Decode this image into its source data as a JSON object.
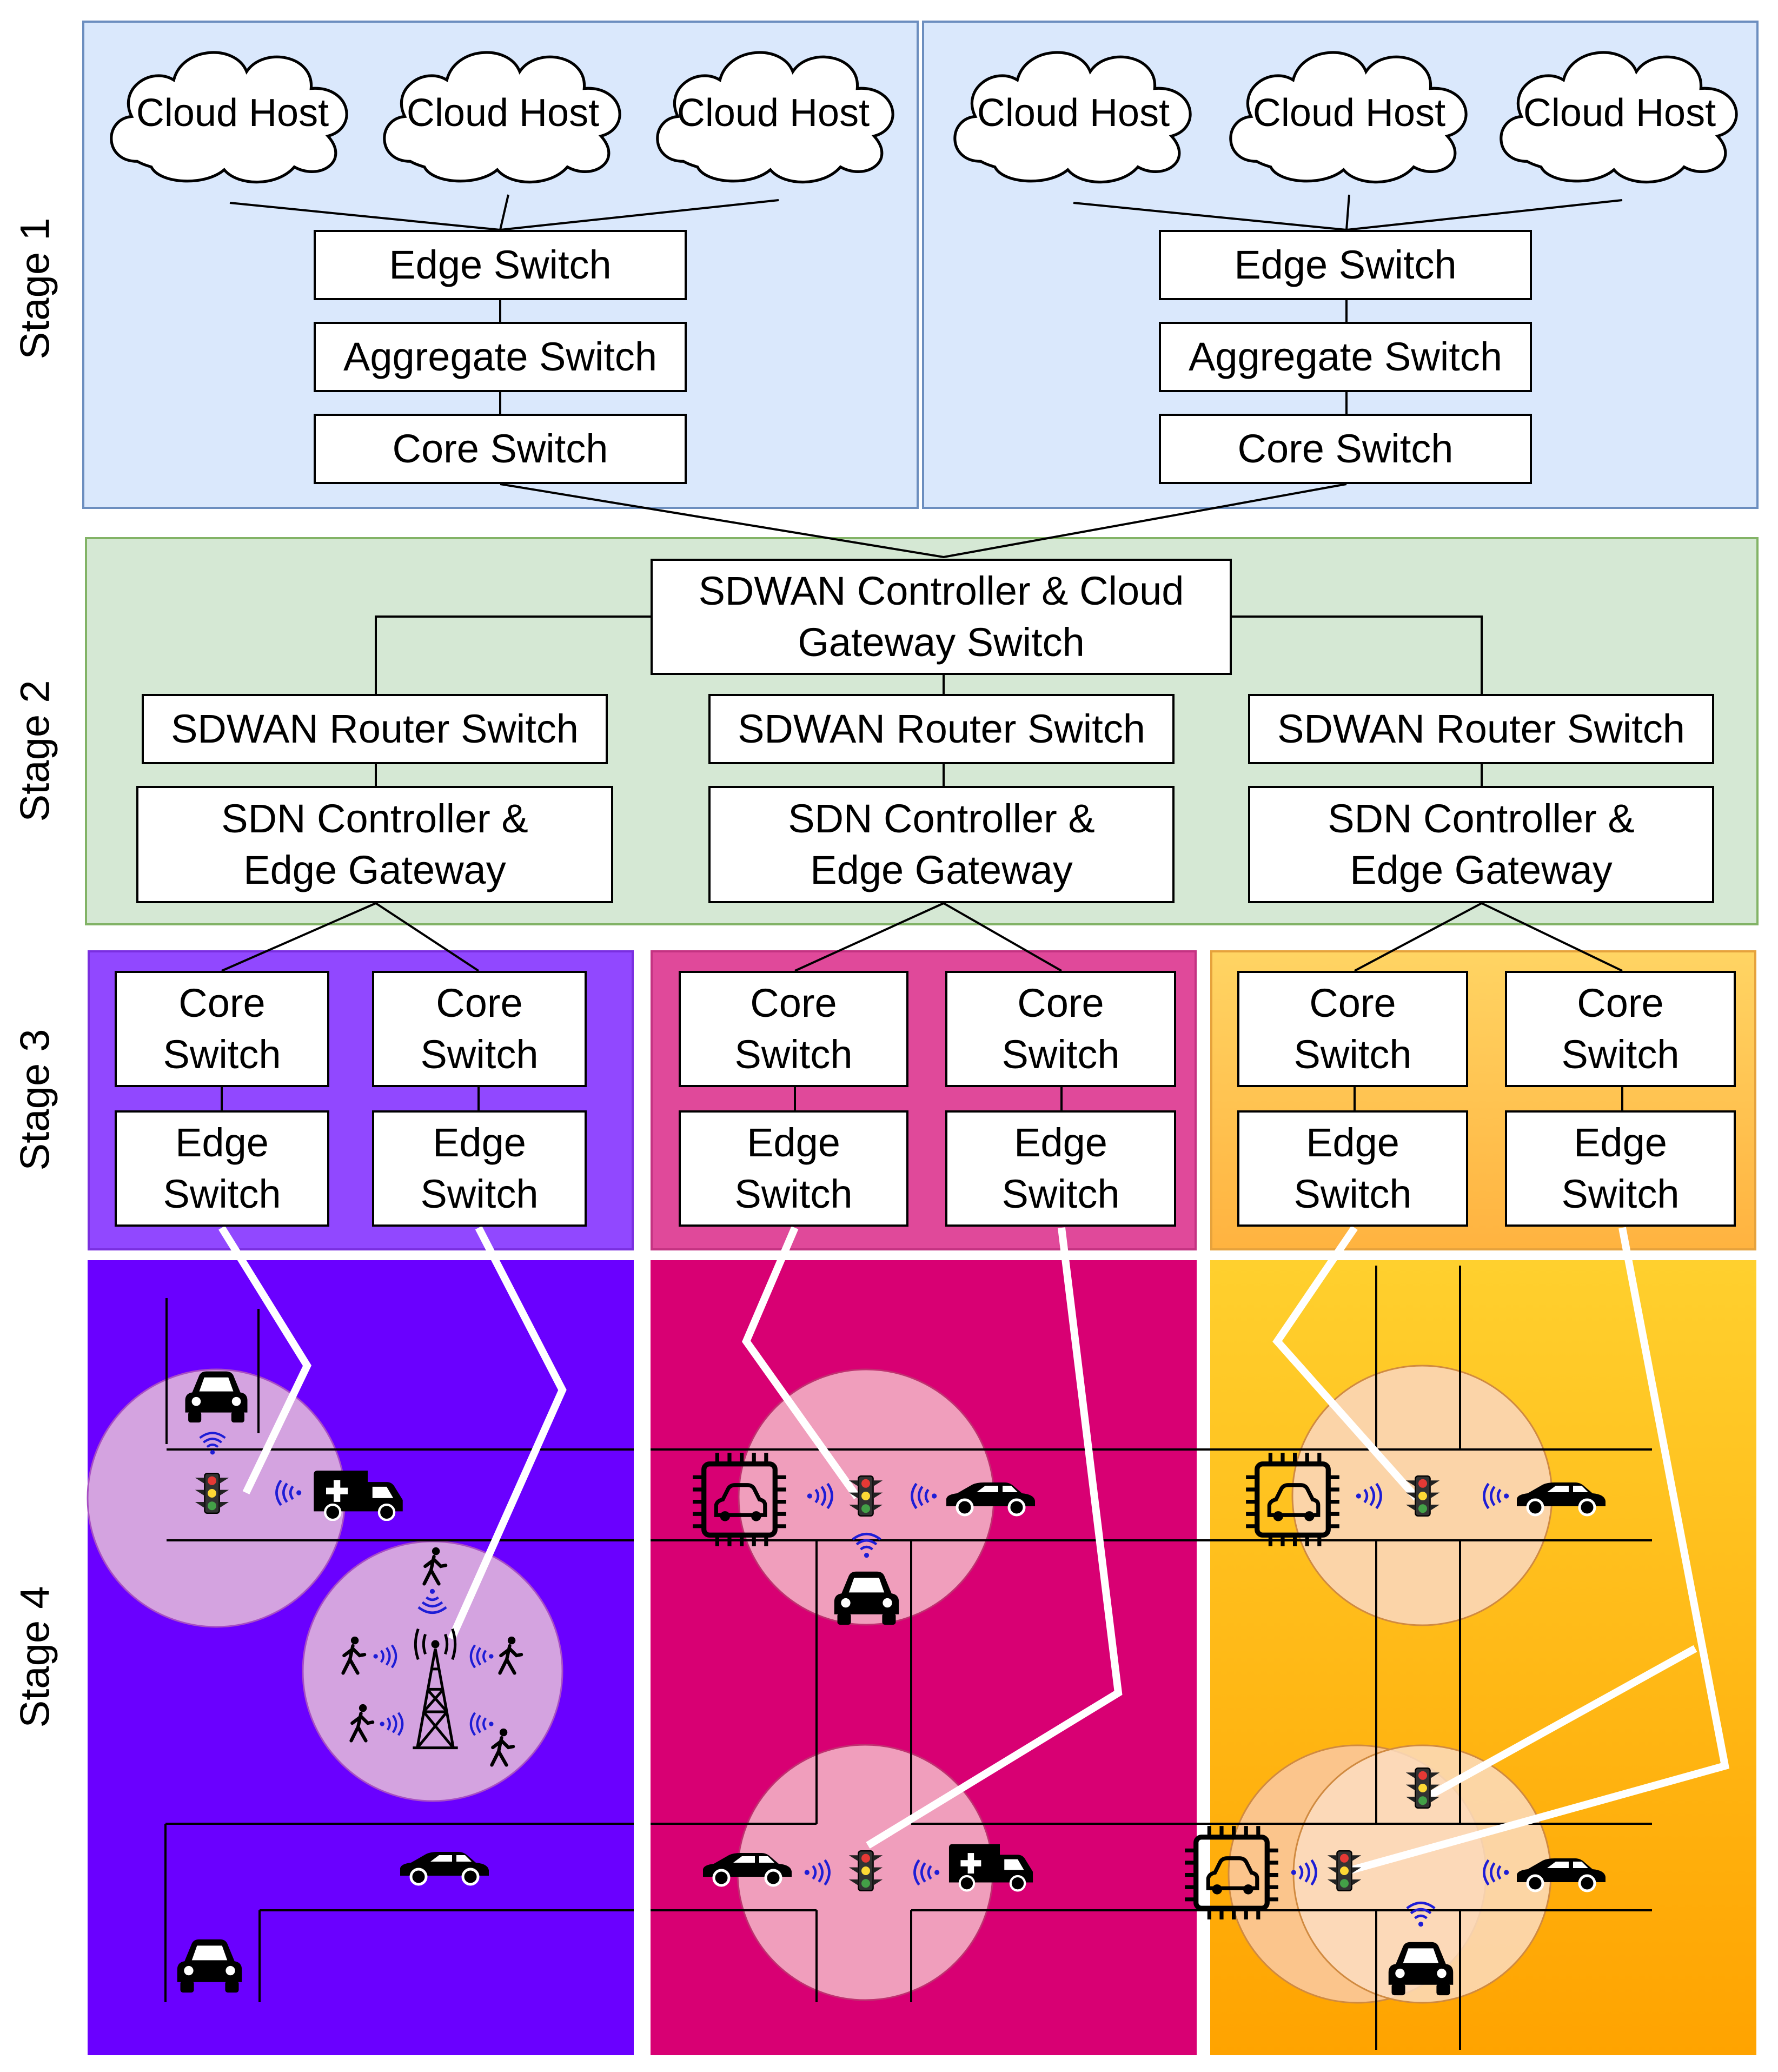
{
  "stages": {
    "s1": "Stage 1",
    "s2": "Stage 2",
    "s3": "Stage 3",
    "s4": "Stage 4"
  },
  "stage1": {
    "left": {
      "clouds": [
        "Cloud Host",
        "Cloud Host",
        "Cloud Host"
      ],
      "edge": "Edge Switch",
      "aggregate": "Aggregate Switch",
      "core": "Core Switch"
    },
    "right": {
      "clouds": [
        "Cloud Host",
        "Cloud Host",
        "Cloud Host"
      ],
      "edge": "Edge Switch",
      "aggregate": "Aggregate Switch",
      "core": "Core Switch"
    }
  },
  "stage2": {
    "controller": "SDWAN Controller & Cloud\nGateway Switch",
    "routers": [
      "SDWAN Router Switch",
      "SDWAN Router Switch",
      "SDWAN Router Switch"
    ],
    "gateways": [
      "SDN Controller &\nEdge Gateway",
      "SDN Controller &\nEdge Gateway",
      "SDN Controller &\nEdge Gateway"
    ]
  },
  "stage3": {
    "core": [
      "Core\nSwitch",
      "Core\nSwitch",
      "Core\nSwitch",
      "Core\nSwitch",
      "Core\nSwitch",
      "Core\nSwitch"
    ],
    "edge": [
      "Edge\nSwitch",
      "Edge\nSwitch",
      "Edge\nSwitch",
      "Edge\nSwitch",
      "Edge\nSwitch",
      "Edge\nSwitch"
    ]
  },
  "colors": {
    "stage1_bg": "#dae8fc",
    "stage1_border": "#6c8ebf",
    "stage2_bg": "#d5e8d4",
    "stage2_border": "#82b366",
    "stage3_purple": "#9148ff",
    "stage3_magenta": "#e0499a",
    "stage3_amber": "#ffc04d",
    "stage4_purple": "#6a00ff",
    "stage4_magenta": "#d80073",
    "stage4_amber_top": "#ffd02e",
    "stage4_amber_bottom": "#ffa300"
  },
  "icons": [
    "car-icon",
    "ambulance-icon",
    "traffic-light-icon",
    "pedestrian-icon",
    "cell-tower-icon",
    "edge-chip-icon",
    "wifi-signal-icon"
  ]
}
